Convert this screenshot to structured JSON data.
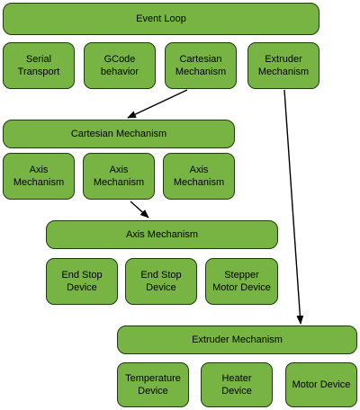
{
  "nodes": {
    "event_loop": "Event Loop",
    "serial_transport": "Serial\nTransport",
    "gcode_behavior": "GCode\nbehavior",
    "cartesian_mechanism_small": "Cartesian\nMechanism",
    "extruder_mechanism_small": "Extruder\nMechanism",
    "cartesian_mechanism": "Cartesian Mechanism",
    "axis_mechanism_1": "Axis\nMechanism",
    "axis_mechanism_2": "Axis\nMechanism",
    "axis_mechanism_3": "Axis\nMechanism",
    "axis_mechanism": "Axis Mechanism",
    "end_stop_1": "End Stop\nDevice",
    "end_stop_2": "End Stop\nDevice",
    "stepper_motor": "Stepper\nMotor Device",
    "extruder_mechanism": "Extruder Mechanism",
    "temperature_device": "Temperature\nDevice",
    "heater_device": "Heater\nDevice",
    "motor_device": "Motor Device"
  },
  "colors": {
    "box_fill": "#78b444",
    "box_border": "#1f3a10",
    "arrow": "#000000"
  }
}
